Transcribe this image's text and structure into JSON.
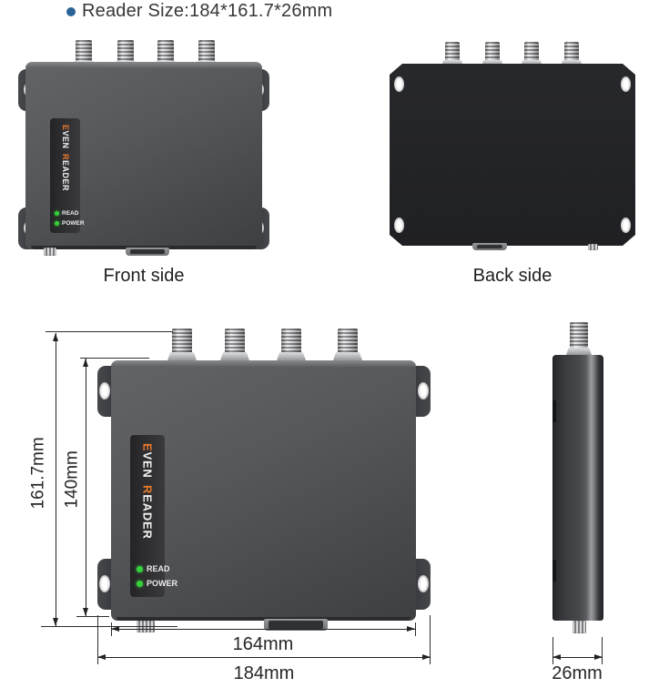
{
  "header": {
    "title": "Reader Size:184*161.7*26mm",
    "bullet_color": "#2a6496"
  },
  "device": {
    "brand_accent1": "E",
    "brand_rest1": "VEN",
    "brand_accent2": "R",
    "brand_rest2": "EADER",
    "led_read": "READ",
    "led_power": "POWER",
    "colors": {
      "brand_accent": "#E87A2A",
      "led": "#35D13A",
      "front_body": "#4B4D50",
      "back_plate": "#232528"
    }
  },
  "views": {
    "front": {
      "caption": "Front side"
    },
    "back": {
      "caption": "Back side"
    },
    "side": {
      "depth": "26mm"
    },
    "dimensioned": {
      "total_height": "161.7mm",
      "body_height": "140mm",
      "body_width": "164mm",
      "total_width": "184mm"
    }
  }
}
